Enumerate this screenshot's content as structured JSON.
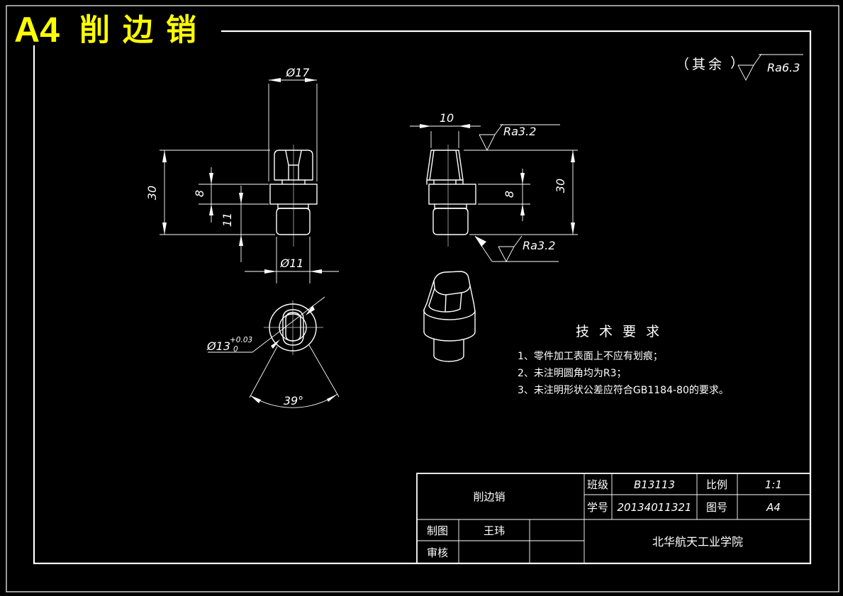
{
  "page_title": {
    "code": "A4",
    "name": "削边销"
  },
  "colors": {
    "background": "#000000",
    "line": "#ffffff",
    "title": "#ffff00"
  },
  "surface_note": {
    "prefix": "（其余",
    "close": "）",
    "value": "Ra6.3"
  },
  "front_view": {
    "dims": {
      "flange_diameter": "Ø17",
      "total_height": "30",
      "flange_thickness": "8",
      "lower_height": "11",
      "pin_diameter": "Ø11"
    }
  },
  "side_view": {
    "dims": {
      "across_flats": "10",
      "flange_thickness": "8",
      "total_height": "30"
    },
    "roughness_top": "Ra3.2",
    "roughness_bottom": "Ra3.2"
  },
  "top_view": {
    "dims": {
      "head_diameter": "Ø13",
      "tolerance_upper": "+0.03",
      "tolerance_lower": "0",
      "flat_angle": "39°"
    }
  },
  "tech_requirements": {
    "title": "技 术 要 求",
    "items": [
      "1、零件加工表面上不应有划痕；",
      "2、未注明圆角均为R3；",
      "3、未注明形状公差应符合GB1184-80的要求。"
    ]
  },
  "title_block": {
    "part_name": "削边销",
    "class_label": "班级",
    "class_value": "B13113",
    "scale_label": "比例",
    "scale_value": "1:1",
    "student_label": "学号",
    "student_value": "20134011321",
    "drawing_no_label": "图号",
    "drawing_no_value": "A4",
    "drafter_label": "制图",
    "drafter_value": "王玮",
    "checker_label": "审核",
    "school": "北华航天工业学院"
  }
}
